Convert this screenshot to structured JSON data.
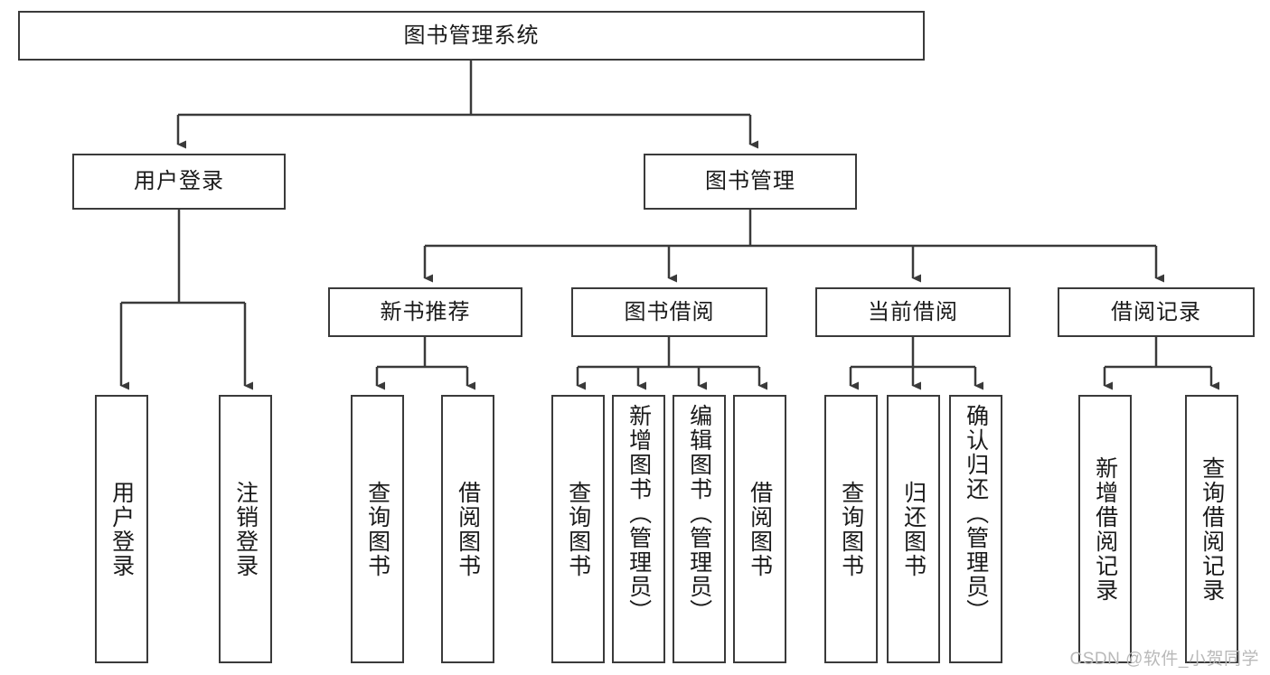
{
  "diagram": {
    "title": "图书管理系统",
    "watermark": "CSDN @软件_小贺同学",
    "line_color": "#3a3a3a",
    "box_border_color": "#3a3a3a",
    "box_fill_color": "#ffffff",
    "text_color": "#1a1a1a",
    "watermark_color": "#b9b9b9"
  },
  "nodes": {
    "root": {
      "label": "图书管理系统"
    },
    "level1": [
      {
        "label": "用户登录"
      },
      {
        "label": "图书管理"
      }
    ],
    "level2": [
      {
        "label": "新书推荐"
      },
      {
        "label": "图书借阅"
      },
      {
        "label": "当前借阅"
      },
      {
        "label": "借阅记录"
      }
    ],
    "leaves": {
      "user_login": [
        {
          "label": "用户登录"
        },
        {
          "label": "注销登录"
        }
      ],
      "new_book_recommend": [
        {
          "label": "查询图书"
        },
        {
          "label": "借阅图书"
        }
      ],
      "book_borrow": [
        {
          "label": "查询图书"
        },
        {
          "label": "新增图书（管理员）"
        },
        {
          "label": "编辑图书（管理员）"
        },
        {
          "label": "借阅图书"
        }
      ],
      "current_borrow": [
        {
          "label": "查询图书"
        },
        {
          "label": "归还图书"
        },
        {
          "label": "确认归还（管理员）"
        }
      ],
      "borrow_record": [
        {
          "label": "新增借阅记录"
        },
        {
          "label": "查询借阅记录"
        }
      ]
    }
  }
}
